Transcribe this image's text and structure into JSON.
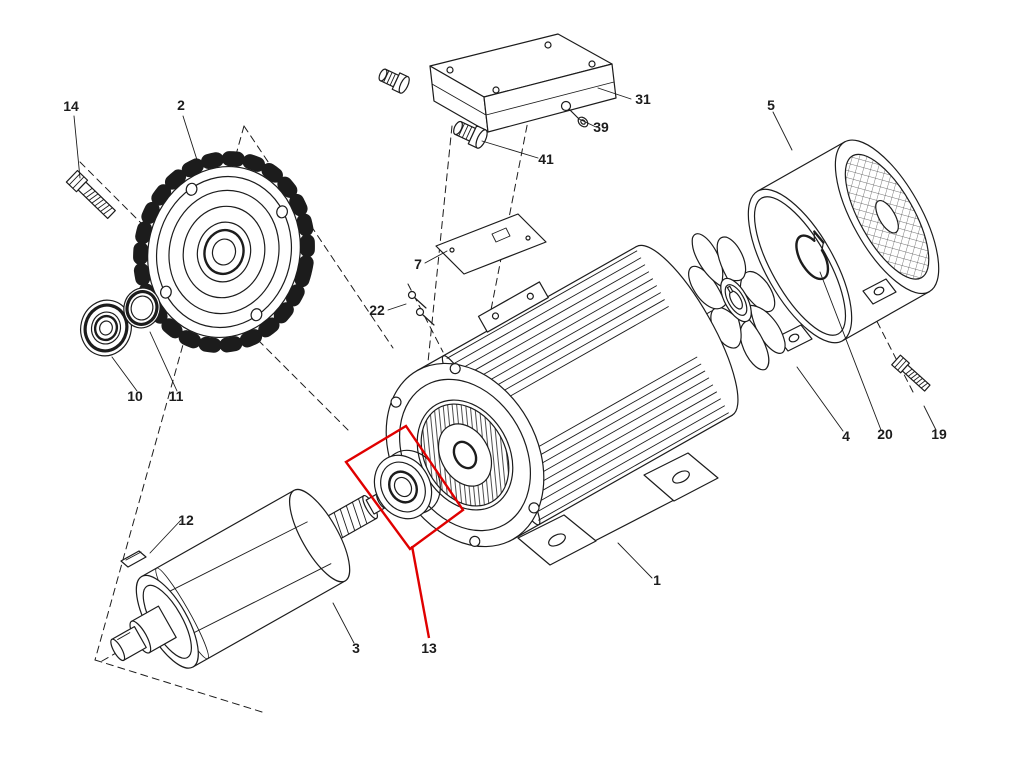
{
  "diagram": {
    "kind": "exploded-parts-diagram",
    "subject": "electric-motor-assembly",
    "background": "#ffffff",
    "line_color": "#1c1c1c",
    "highlight_color": "#e00000",
    "highlighted_part": "13",
    "parts": {
      "p1": {
        "label": "1",
        "component": "motor-housing-stator"
      },
      "p2": {
        "label": "2",
        "component": "finned-end-shield"
      },
      "p3": {
        "label": "3",
        "component": "rotor-with-shaft"
      },
      "p4": {
        "label": "4",
        "component": "cooling-fan"
      },
      "p5": {
        "label": "5",
        "component": "fan-cover"
      },
      "p7": {
        "label": "7",
        "component": "terminal-box-plate"
      },
      "p10": {
        "label": "10",
        "component": "bearing"
      },
      "p11": {
        "label": "11",
        "component": "seal-ring"
      },
      "p12": {
        "label": "12",
        "component": "shaft-key"
      },
      "p13": {
        "label": "13",
        "component": "bearing-highlighted"
      },
      "p14": {
        "label": "14",
        "component": "bolt"
      },
      "p19": {
        "label": "19",
        "component": "bolt"
      },
      "p20": {
        "label": "20",
        "component": "fan-clamp"
      },
      "p22": {
        "label": "22",
        "component": "screws"
      },
      "p31": {
        "label": "31",
        "component": "terminal-box"
      },
      "p39": {
        "label": "39",
        "component": "screw-with-washer"
      },
      "p41": {
        "label": "41",
        "component": "cable-gland"
      }
    }
  }
}
